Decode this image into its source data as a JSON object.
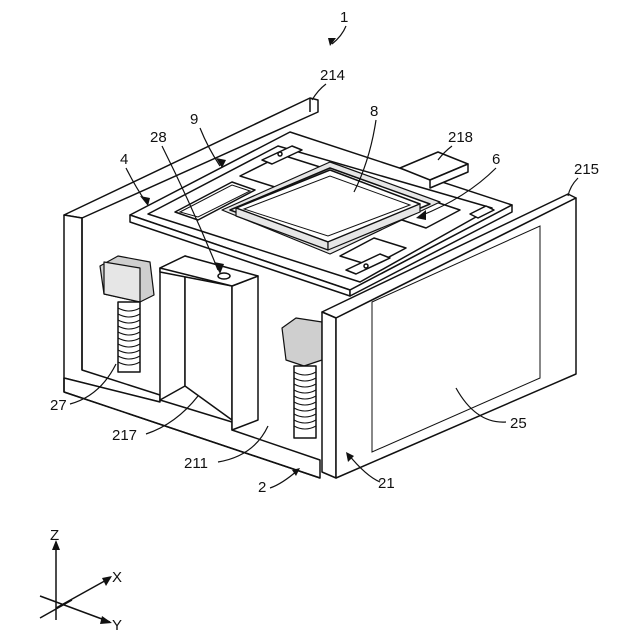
{
  "figure": {
    "labels": {
      "assembly": "1",
      "housing": "2",
      "plate_4": "4",
      "frame_6": "6",
      "chip_8": "8",
      "ring_9": "9",
      "wall_21": "21",
      "face_25": "25",
      "spring_27": "27",
      "pin_28": "28",
      "slot_211": "211",
      "back_wall": "214",
      "side_wall": "215",
      "slot_217": "217",
      "tab_218": "218"
    },
    "axes": {
      "z": "Z",
      "x": "X",
      "y": "Y"
    }
  }
}
